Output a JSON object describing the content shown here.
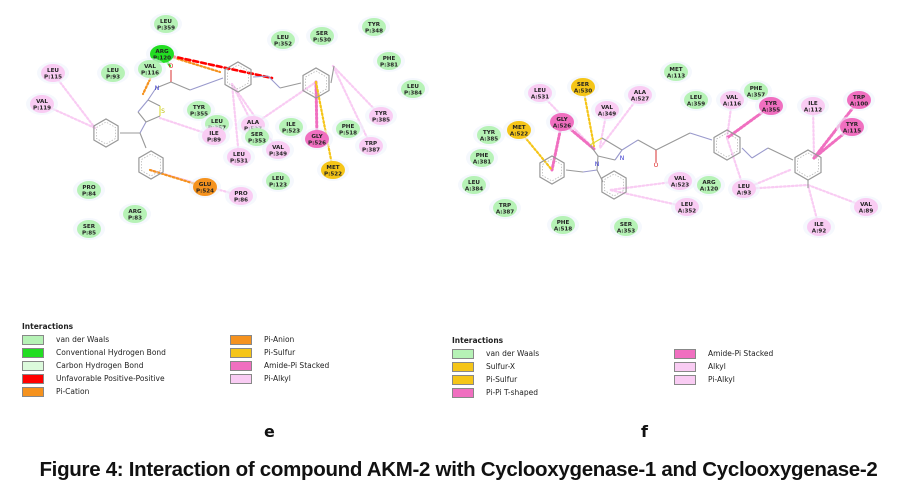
{
  "figure": {
    "caption": "Figure 4: Interaction of compound AKM-2 with Cyclooxygenase-1 and Cyclooxygenase-2",
    "colors": {
      "van der Waals": "#b6f2b6",
      "Conventional Hydrogen Bond": "#22dd22",
      "Carbon Hydrogen Bond": "#dcfadc",
      "Unfavorable Positive-Positive": "#ff0000",
      "Pi-Cation": "#f5921e",
      "Pi-Anion": "#f5921e",
      "Pi-Sulfur": "#f5c518",
      "Sulfur-X": "#f5c518",
      "Amide-Pi Stacked": "#f06fc0",
      "Pi-Pi T-shaped": "#f06fc0",
      "Pi-Alkyl": "#f9ccf3",
      "Alkyl": "#f9ccf3"
    },
    "panels": [
      {
        "letter": "e",
        "legend_title": "Interactions",
        "legend_col1": [
          "van der Waals",
          "Conventional Hydrogen Bond",
          "Carbon Hydrogen Bond",
          "Unfavorable Positive-Positive",
          "Pi-Cation"
        ],
        "legend_col2": [
          "Pi-Anion",
          "Pi-Sulfur",
          "Amide-Pi Stacked",
          "Pi-Alkyl"
        ],
        "residues": [
          {
            "name": "LEU",
            "id": "P:359",
            "type": "van der Waals"
          },
          {
            "name": "ARG",
            "id": "P:120",
            "type": "Conventional Hydrogen Bond"
          },
          {
            "name": "LEU",
            "id": "P:115",
            "type": "Pi-Alkyl"
          },
          {
            "name": "LEU",
            "id": "P:93",
            "type": "van der Waals"
          },
          {
            "name": "VAL",
            "id": "P:116",
            "type": "van der Waals"
          },
          {
            "name": "VAL",
            "id": "P:119",
            "type": "Pi-Alkyl"
          },
          {
            "name": "TYR",
            "id": "P:355",
            "type": "van der Waals"
          },
          {
            "name": "LEU",
            "id": "P:357",
            "type": "van der Waals"
          },
          {
            "name": "ILE",
            "id": "P:89",
            "type": "Pi-Alkyl"
          },
          {
            "name": "LEU",
            "id": "P:352",
            "type": "van der Waals"
          },
          {
            "name": "SER",
            "id": "P:530",
            "type": "van der Waals"
          },
          {
            "name": "TYR",
            "id": "P:348",
            "type": "van der Waals"
          },
          {
            "name": "PHE",
            "id": "P:381",
            "type": "van der Waals"
          },
          {
            "name": "LEU",
            "id": "P:384",
            "type": "van der Waals"
          },
          {
            "name": "TYR",
            "id": "P:385",
            "type": "Pi-Alkyl"
          },
          {
            "name": "ALA",
            "id": "P:527",
            "type": "Pi-Alkyl"
          },
          {
            "name": "SER",
            "id": "P:353",
            "type": "van der Waals"
          },
          {
            "name": "ILE",
            "id": "P:523",
            "type": "van der Waals"
          },
          {
            "name": "PHE",
            "id": "P:518",
            "type": "van der Waals"
          },
          {
            "name": "GLY",
            "id": "P:526",
            "type": "Amide-Pi Stacked"
          },
          {
            "name": "TRP",
            "id": "P:387",
            "type": "Pi-Alkyl"
          },
          {
            "name": "LEU",
            "id": "P:531",
            "type": "Pi-Alkyl"
          },
          {
            "name": "VAL",
            "id": "P:349",
            "type": "Pi-Alkyl"
          },
          {
            "name": "MET",
            "id": "P:522",
            "type": "Pi-Sulfur"
          },
          {
            "name": "LEU",
            "id": "P:123",
            "type": "van der Waals"
          },
          {
            "name": "GLU",
            "id": "P:524",
            "type": "Pi-Anion"
          },
          {
            "name": "PRO",
            "id": "P:86",
            "type": "Pi-Alkyl"
          },
          {
            "name": "PRO",
            "id": "P:84",
            "type": "van der Waals"
          },
          {
            "name": "ARG",
            "id": "P:83",
            "type": "van der Waals"
          },
          {
            "name": "SER",
            "id": "P:85",
            "type": "van der Waals"
          }
        ]
      },
      {
        "letter": "f",
        "legend_title": "Interactions",
        "legend_col1": [
          "van der Waals",
          "Sulfur-X",
          "Pi-Sulfur",
          "Pi-Pi T-shaped"
        ],
        "legend_col2": [
          "Amide-Pi Stacked",
          "Alkyl",
          "Pi-Alkyl"
        ],
        "residues": [
          {
            "name": "MET",
            "id": "A:113",
            "type": "van der Waals"
          },
          {
            "name": "LEU",
            "id": "A:531",
            "type": "Pi-Alkyl"
          },
          {
            "name": "SER",
            "id": "A:530",
            "type": "Sulfur-X"
          },
          {
            "name": "ALA",
            "id": "A:527",
            "type": "Pi-Alkyl"
          },
          {
            "name": "VAL",
            "id": "A:349",
            "type": "Pi-Alkyl"
          },
          {
            "name": "LEU",
            "id": "A:359",
            "type": "van der Waals"
          },
          {
            "name": "VAL",
            "id": "A:116",
            "type": "Pi-Alkyl"
          },
          {
            "name": "PHE",
            "id": "A:357",
            "type": "van der Waals"
          },
          {
            "name": "TYR",
            "id": "A:355",
            "type": "Amide-Pi Stacked"
          },
          {
            "name": "ILE",
            "id": "A:112",
            "type": "Pi-Alkyl"
          },
          {
            "name": "TRP",
            "id": "A:100",
            "type": "Pi-Pi T-shaped"
          },
          {
            "name": "TYR",
            "id": "A:115",
            "type": "Pi-Pi T-shaped"
          },
          {
            "name": "GLY",
            "id": "A:526",
            "type": "Amide-Pi Stacked"
          },
          {
            "name": "MET",
            "id": "A:522",
            "type": "Pi-Sulfur"
          },
          {
            "name": "TYR",
            "id": "A:385",
            "type": "van der Waals"
          },
          {
            "name": "PHE",
            "id": "A:381",
            "type": "van der Waals"
          },
          {
            "name": "LEU",
            "id": "A:384",
            "type": "van der Waals"
          },
          {
            "name": "TRP",
            "id": "A:387",
            "type": "van der Waals"
          },
          {
            "name": "PHE",
            "id": "A:518",
            "type": "van der Waals"
          },
          {
            "name": "SER",
            "id": "A:353",
            "type": "van der Waals"
          },
          {
            "name": "VAL",
            "id": "A:523",
            "type": "Pi-Alkyl"
          },
          {
            "name": "ARG",
            "id": "A:120",
            "type": "van der Waals"
          },
          {
            "name": "LEU",
            "id": "A:352",
            "type": "Pi-Alkyl"
          },
          {
            "name": "LEU",
            "id": "A:93",
            "type": "Alkyl"
          },
          {
            "name": "VAL",
            "id": "A:89",
            "type": "Alkyl"
          },
          {
            "name": "ILE",
            "id": "A:92",
            "type": "Alkyl"
          }
        ]
      }
    ]
  }
}
